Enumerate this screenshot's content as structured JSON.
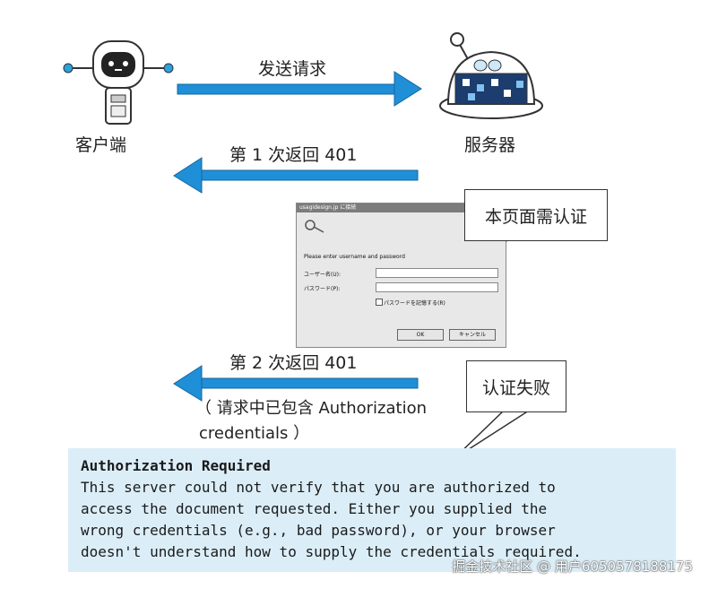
{
  "top": {
    "client_label": "客户端",
    "server_label": "服务器",
    "send_request": "发送请求",
    "return_first": "第 1 次返回 401",
    "return_second": "第 2 次返回 401",
    "note_line1": "（ 请求中已包含 Authorization",
    "note_line2": "credentials ）"
  },
  "callouts": {
    "page_auth": "本页面需认证",
    "auth_fail": "认证失败"
  },
  "dialog": {
    "title": "usagidesign.jp に接続",
    "prompt": "Please enter username and password",
    "user_label": "ユーザー名(U):",
    "pass_label": "パスワード(P):",
    "remember_label": "パスワードを記憶する(R)",
    "ok_label": "OK",
    "cancel_label": "キャンセル"
  },
  "message": {
    "heading": "Authorization Required",
    "line1": "This server could not verify that you are authorized to",
    "line2": "access the document requested. Either you supplied the",
    "line3": "wrong credentials (e.g., bad password), or your browser",
    "line4": "doesn't understand how to supply the credentials required."
  },
  "watermark": "掘金技术社区 @ 用户6050578188175",
  "colors": {
    "arrow_blue": "#1f8fd8",
    "message_bg": "#dbeef8"
  }
}
